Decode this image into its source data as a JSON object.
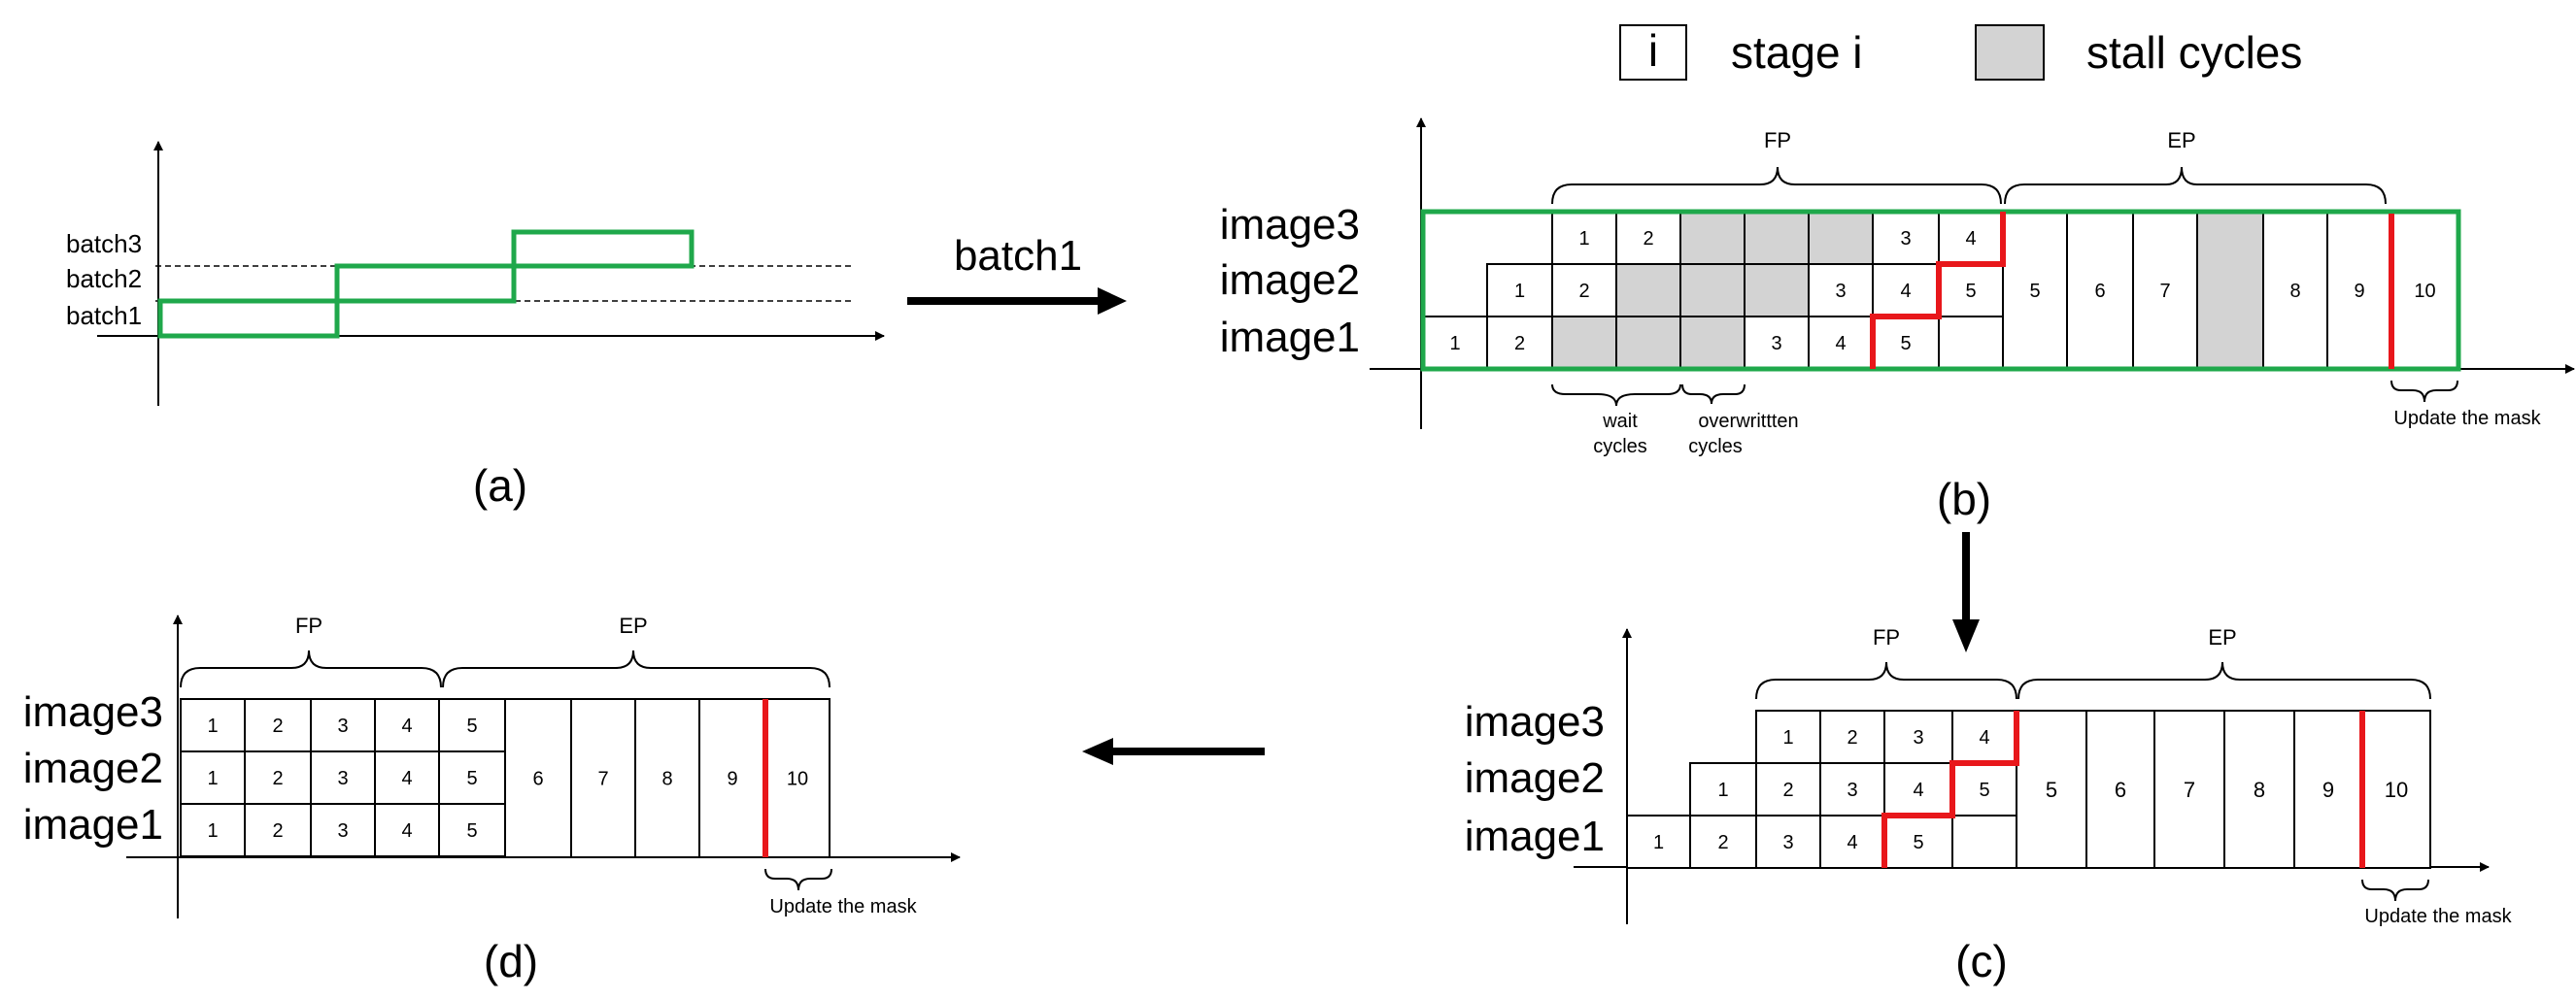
{
  "legend": {
    "stage_box_text": "i",
    "stage_label": "stage i",
    "stall_label": "stall cycles"
  },
  "colors": {
    "stall_fill": "#d3d3d3",
    "batch_outline": "#1fa84b",
    "conflict_line": "#e8171b",
    "ink": "#000000"
  },
  "panel_a": {
    "caption": "(a)",
    "batch_labels": [
      "batch3",
      "batch2",
      "batch1"
    ]
  },
  "arrow_ab": {
    "label": "batch1"
  },
  "panel_b": {
    "caption": "(b)",
    "fp_label": "FP",
    "ep_label": "EP",
    "row_labels": [
      "image3",
      "image2",
      "image1"
    ],
    "rows": [
      [
        "",
        "",
        "1",
        "2",
        "",
        "",
        "",
        "3",
        "4"
      ],
      [
        "",
        "1",
        "2",
        "",
        "",
        "",
        "3",
        "4",
        "5"
      ],
      [
        "1",
        "2",
        "",
        "",
        "",
        "3",
        "4",
        "5",
        ""
      ]
    ],
    "ep_cells": [
      "5",
      "6",
      "7",
      "",
      "8",
      "9",
      "10"
    ],
    "wait_label_1": "wait",
    "wait_label_2": "cycles",
    "over_label_1": "overwrittten",
    "over_label_2": "cycles",
    "update_label": "Update the mask"
  },
  "panel_c": {
    "caption": "(c)",
    "fp_label": "FP",
    "ep_label": "EP",
    "row_labels": [
      "image3",
      "image2",
      "image1"
    ],
    "rows": [
      [
        "",
        "",
        "1",
        "2",
        "3",
        "4"
      ],
      [
        "",
        "1",
        "2",
        "3",
        "4",
        "5"
      ],
      [
        "1",
        "2",
        "3",
        "4",
        "5",
        ""
      ]
    ],
    "ep_cells": [
      "5",
      "6",
      "7",
      "8",
      "9",
      "10"
    ],
    "update_label": "Update the mask"
  },
  "panel_d": {
    "caption": "(d)",
    "fp_label": "FP",
    "ep_label": "EP",
    "row_labels": [
      "image3",
      "image2",
      "image1"
    ],
    "rows": [
      [
        "1",
        "2",
        "3",
        "4",
        "5"
      ],
      [
        "1",
        "2",
        "3",
        "4",
        "5"
      ],
      [
        "1",
        "2",
        "3",
        "4",
        "5"
      ]
    ],
    "ep_cells": [
      "6",
      "7",
      "8",
      "9",
      "10"
    ],
    "update_label": "Update the mask"
  }
}
